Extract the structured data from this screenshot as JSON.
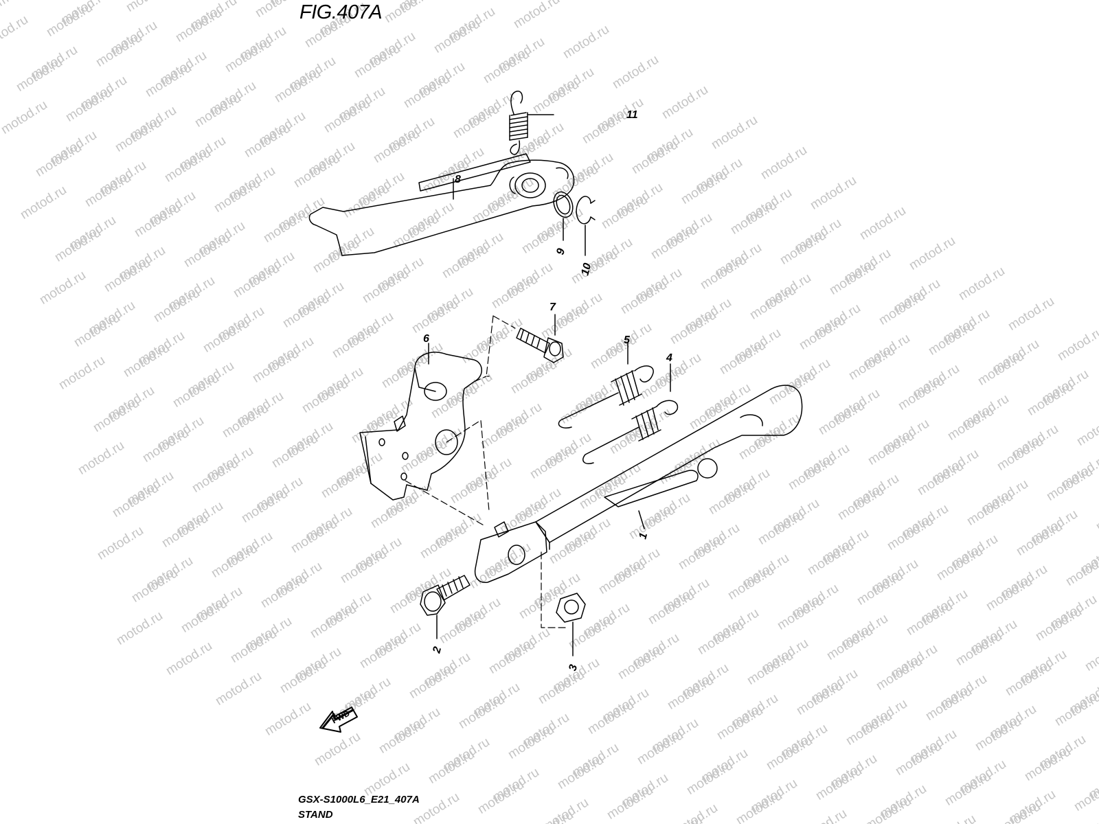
{
  "figure": {
    "title": "FIG.407A",
    "code": "GSX-S1000L6_E21_407A",
    "name": "STAND"
  },
  "watermark": {
    "text": "motod.ru"
  },
  "callouts": [
    "1",
    "2",
    "3",
    "4",
    "5",
    "6",
    "7",
    "8",
    "9",
    "10",
    "11"
  ],
  "fwd_label": "FWD",
  "colors": {
    "line": "#000000",
    "watermark": "#c4c4c4",
    "background": "#ffffff"
  },
  "icons": [
    "fwd-arrow-icon"
  ]
}
